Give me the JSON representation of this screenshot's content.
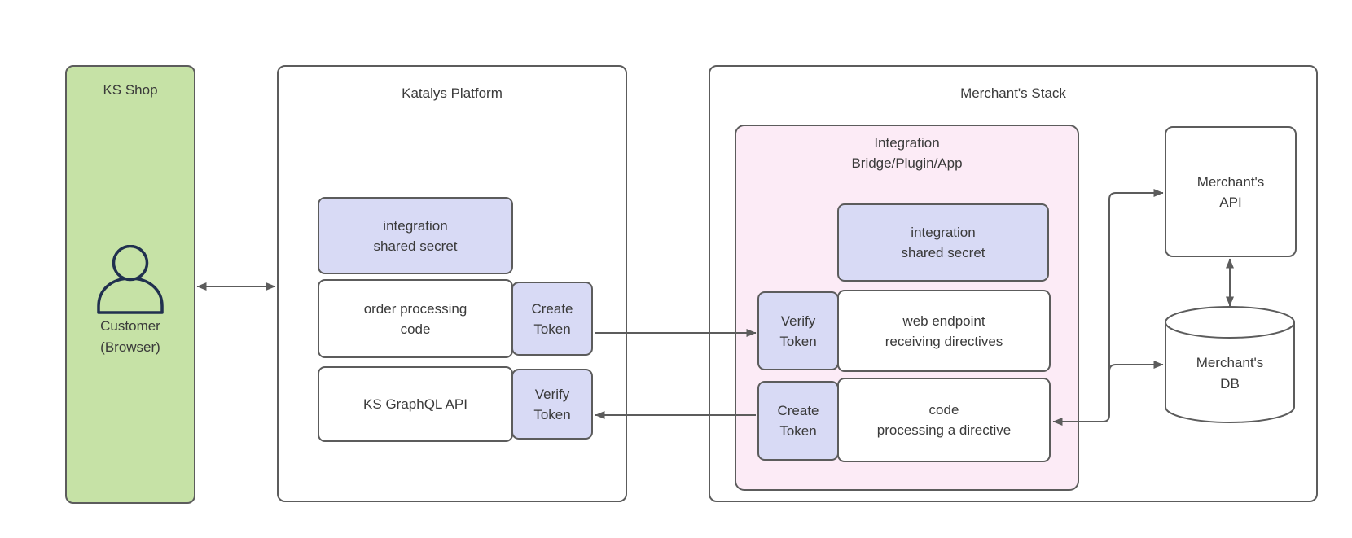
{
  "colors": {
    "canvas_bg": "#ffffff",
    "container_fill": "#ffffff",
    "green_fill": "#c6e2a6",
    "purple_fill": "#d8daf5",
    "pink_fill": "#fcebf6",
    "border": "#5c5c5c",
    "arrow": "#5c5c5c",
    "text": "#3a3a3a",
    "actor_icon": "#20304f"
  },
  "ks_shop": {
    "title": "KS Shop",
    "actor_label": "Customer\n(Browser)"
  },
  "katalys": {
    "title": "Katalys Platform",
    "shared_secret_label": "integration\nshared secret",
    "order_processing_label": "order processing\ncode",
    "create_token_label": "Create\nToken",
    "graphql_label": "KS GraphQL API",
    "verify_token_label": "Verify\nToken"
  },
  "merchant_stack": {
    "title": "Merchant's Stack",
    "bridge": {
      "title": "Integration\nBridge/Plugin/App",
      "shared_secret_label": "integration\nshared secret",
      "verify_token_label": "Verify\nToken",
      "web_endpoint_label": "web endpoint\nreceiving directives",
      "create_token_label": "Create\nToken",
      "code_processing_label": "code\nprocessing a directive"
    },
    "api_label": "Merchant's\nAPI",
    "db_label": "Merchant's\nDB"
  }
}
